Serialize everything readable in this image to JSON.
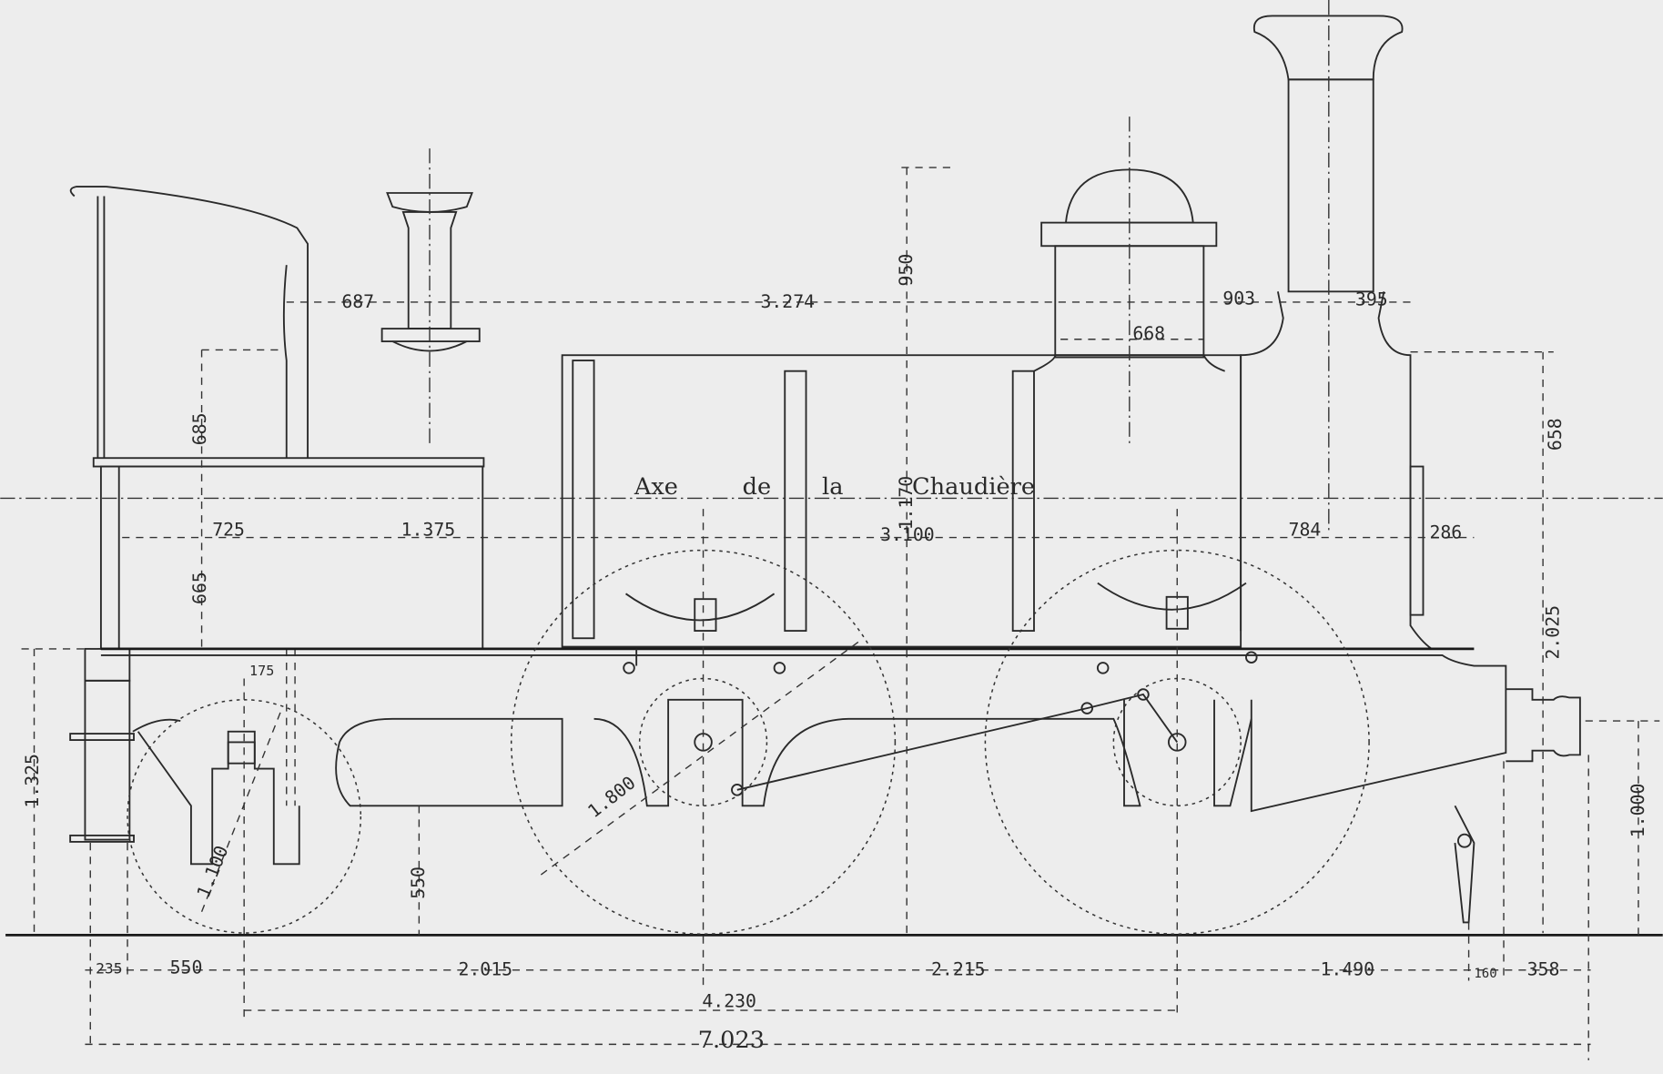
{
  "title_axis": [
    "Axe",
    "de",
    "la",
    "Chaudière"
  ],
  "dimensions": {
    "d687": "687",
    "d3274": "3.274",
    "d950": "950",
    "d903": "903",
    "d395": "395",
    "d668": "668",
    "d685": "685",
    "d658": "658",
    "d1170": "1.170",
    "d725": "725",
    "d1375": "1.375",
    "d3100": "3.100",
    "d784": "784",
    "d286": "286",
    "d665": "665",
    "d175": "175",
    "d2025": "2.025",
    "d1325": "1.325",
    "d1800": "1.800",
    "d1100": "1.100",
    "d550v": "550",
    "d1000": "1.000",
    "d235": "235",
    "d550": "550",
    "d2015": "2.015",
    "d2215": "2.215",
    "d1490": "1.490",
    "d160": "160",
    "d358": "358",
    "d4230": "4.230",
    "d7023": "7.023"
  }
}
